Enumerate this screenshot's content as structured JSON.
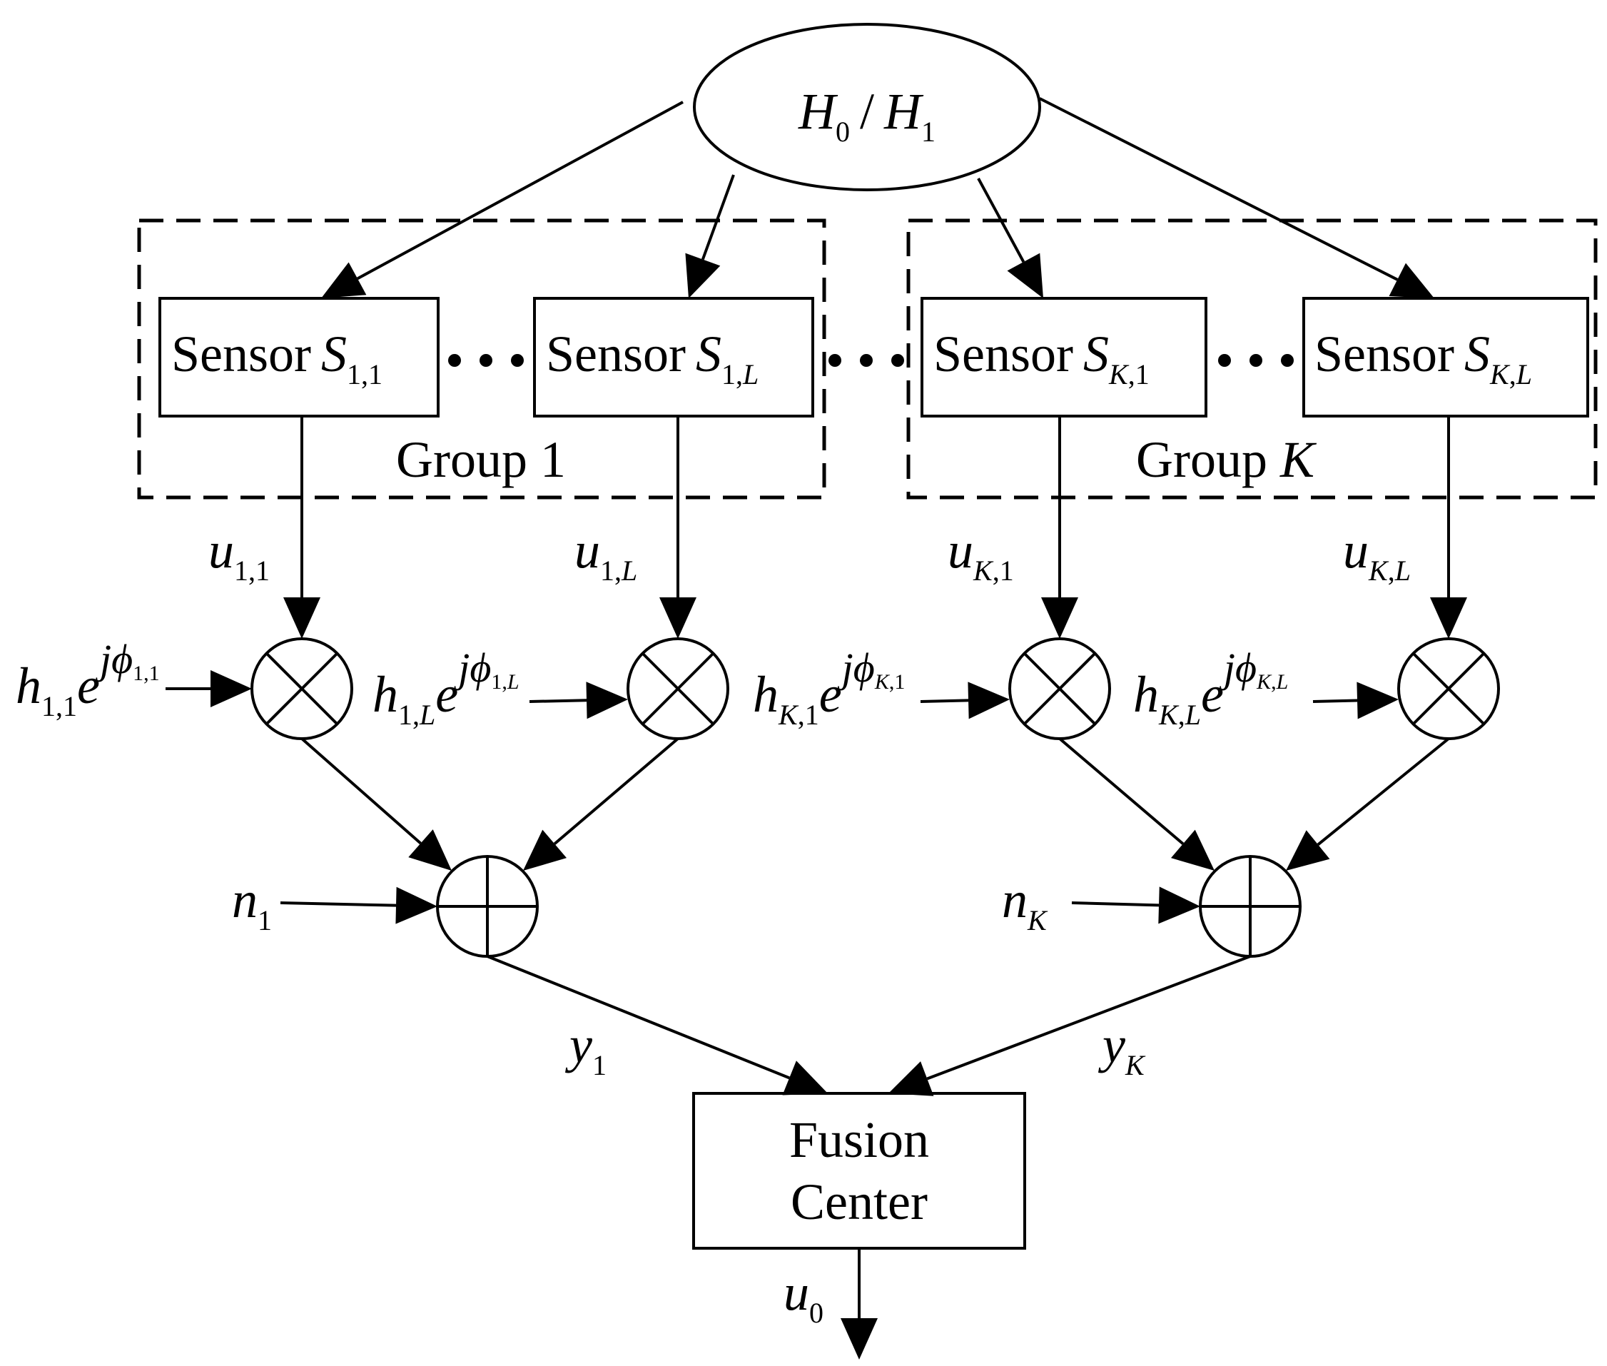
{
  "hypothesis": {
    "h0": "H",
    "h0_sub": "0",
    "sep": "/",
    "h1": "H",
    "h1_sub": "1"
  },
  "sensor_word": "Sensor",
  "sensors": [
    {
      "sym": "S",
      "sub1": "1",
      "comma": ",",
      "sub2": "1"
    },
    {
      "sym": "S",
      "sub1": "1",
      "comma": ",",
      "sub2": "L"
    },
    {
      "sym": "S",
      "sub1": "K",
      "comma": ",",
      "sub2": "1"
    },
    {
      "sym": "S",
      "sub1": "K",
      "comma": ",",
      "sub2": "L"
    }
  ],
  "groups": [
    {
      "word": "Group",
      "id": "1"
    },
    {
      "word": "Group",
      "id": "K"
    }
  ],
  "decisions": [
    {
      "sym": "u",
      "sub1": "1",
      "comma": ",",
      "sub2": "1"
    },
    {
      "sym": "u",
      "sub1": "1",
      "comma": ",",
      "sub2": "L"
    },
    {
      "sym": "u",
      "sub1": "K",
      "comma": ",",
      "sub2": "1"
    },
    {
      "sym": "u",
      "sub1": "K",
      "comma": ",",
      "sub2": "L"
    }
  ],
  "channels": [
    {
      "h": "h",
      "sub1": "1",
      "comma": ",",
      "sub2": "1",
      "e": "e",
      "j": "j",
      "phi": "ϕ",
      "psub1": "1",
      "pcomma": ",",
      "psub2": "1"
    },
    {
      "h": "h",
      "sub1": "1",
      "comma": ",",
      "sub2": "L",
      "e": "e",
      "j": "j",
      "phi": "ϕ",
      "psub1": "1",
      "pcomma": ",",
      "psub2": "L"
    },
    {
      "h": "h",
      "sub1": "K",
      "comma": ",",
      "sub2": "1",
      "e": "e",
      "j": "j",
      "phi": "ϕ",
      "psub1": "K",
      "pcomma": ",",
      "psub2": "1"
    },
    {
      "h": "h",
      "sub1": "K",
      "comma": ",",
      "sub2": "L",
      "e": "e",
      "j": "j",
      "phi": "ϕ",
      "psub1": "K",
      "pcomma": ",",
      "psub2": "L"
    }
  ],
  "noises": [
    {
      "sym": "n",
      "sub": "1"
    },
    {
      "sym": "n",
      "sub": "K"
    }
  ],
  "outputs": [
    {
      "sym": "y",
      "sub": "1"
    },
    {
      "sym": "y",
      "sub": "K"
    }
  ],
  "fusion_center": {
    "line1": "Fusion",
    "line2": "Center"
  },
  "final": {
    "sym": "u",
    "sub": "0"
  }
}
